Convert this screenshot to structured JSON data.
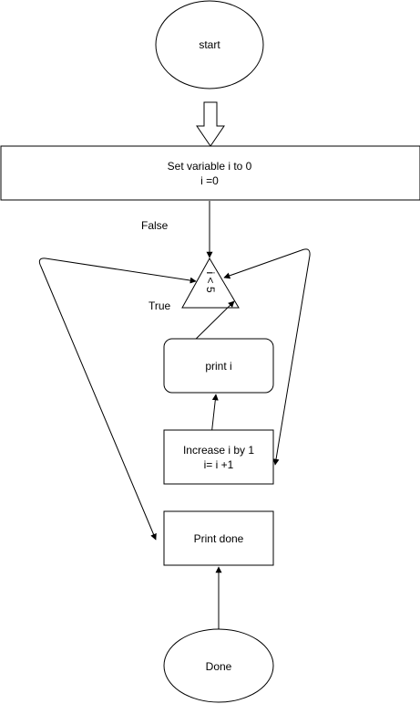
{
  "diagram": {
    "nodes": {
      "start": {
        "label": "start"
      },
      "set_var": {
        "line1": "Set variable i to 0",
        "line2": "i =0"
      },
      "condition": {
        "label": "i < 5"
      },
      "print_i": {
        "label": "print i"
      },
      "increase": {
        "line1": "Increase i by 1",
        "line2": "i= i +1"
      },
      "print_done": {
        "label": "Print done"
      },
      "done": {
        "label": "Done"
      }
    },
    "edge_labels": {
      "false_label": "False",
      "true_label": "True"
    },
    "colors": {
      "stroke": "#000000",
      "fill": "#ffffff",
      "text": "#000000"
    }
  }
}
